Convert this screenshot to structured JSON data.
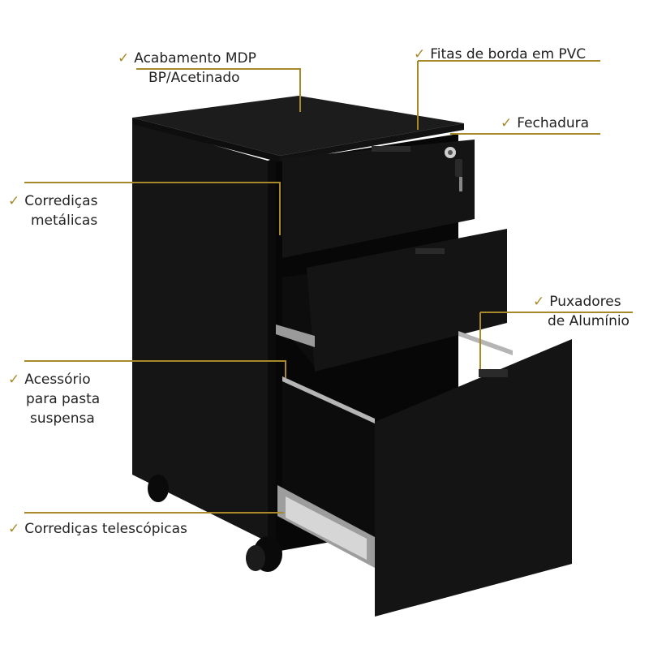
{
  "colors": {
    "accent_gold": "#a8892a",
    "text": "#222222",
    "cabinet": "#111111"
  },
  "check_icon": "✓",
  "features": [
    {
      "id": "acabamento",
      "lines": [
        "Acabamento MDP",
        "BP/Acetinado"
      ]
    },
    {
      "id": "fitas",
      "lines": [
        "Fitas de borda em PVC"
      ]
    },
    {
      "id": "fechadura",
      "lines": [
        "Fechadura"
      ]
    },
    {
      "id": "corredicas-metalicas",
      "lines": [
        "Corrediças",
        "metálicas"
      ]
    },
    {
      "id": "puxadores",
      "lines": [
        "Puxadores",
        "de Alumínio"
      ]
    },
    {
      "id": "acessorio",
      "lines": [
        "Acessório",
        "para pasta",
        "suspensa"
      ]
    },
    {
      "id": "corredicas-telescopicas",
      "lines": [
        "Corrediças telescópicas"
      ]
    }
  ]
}
